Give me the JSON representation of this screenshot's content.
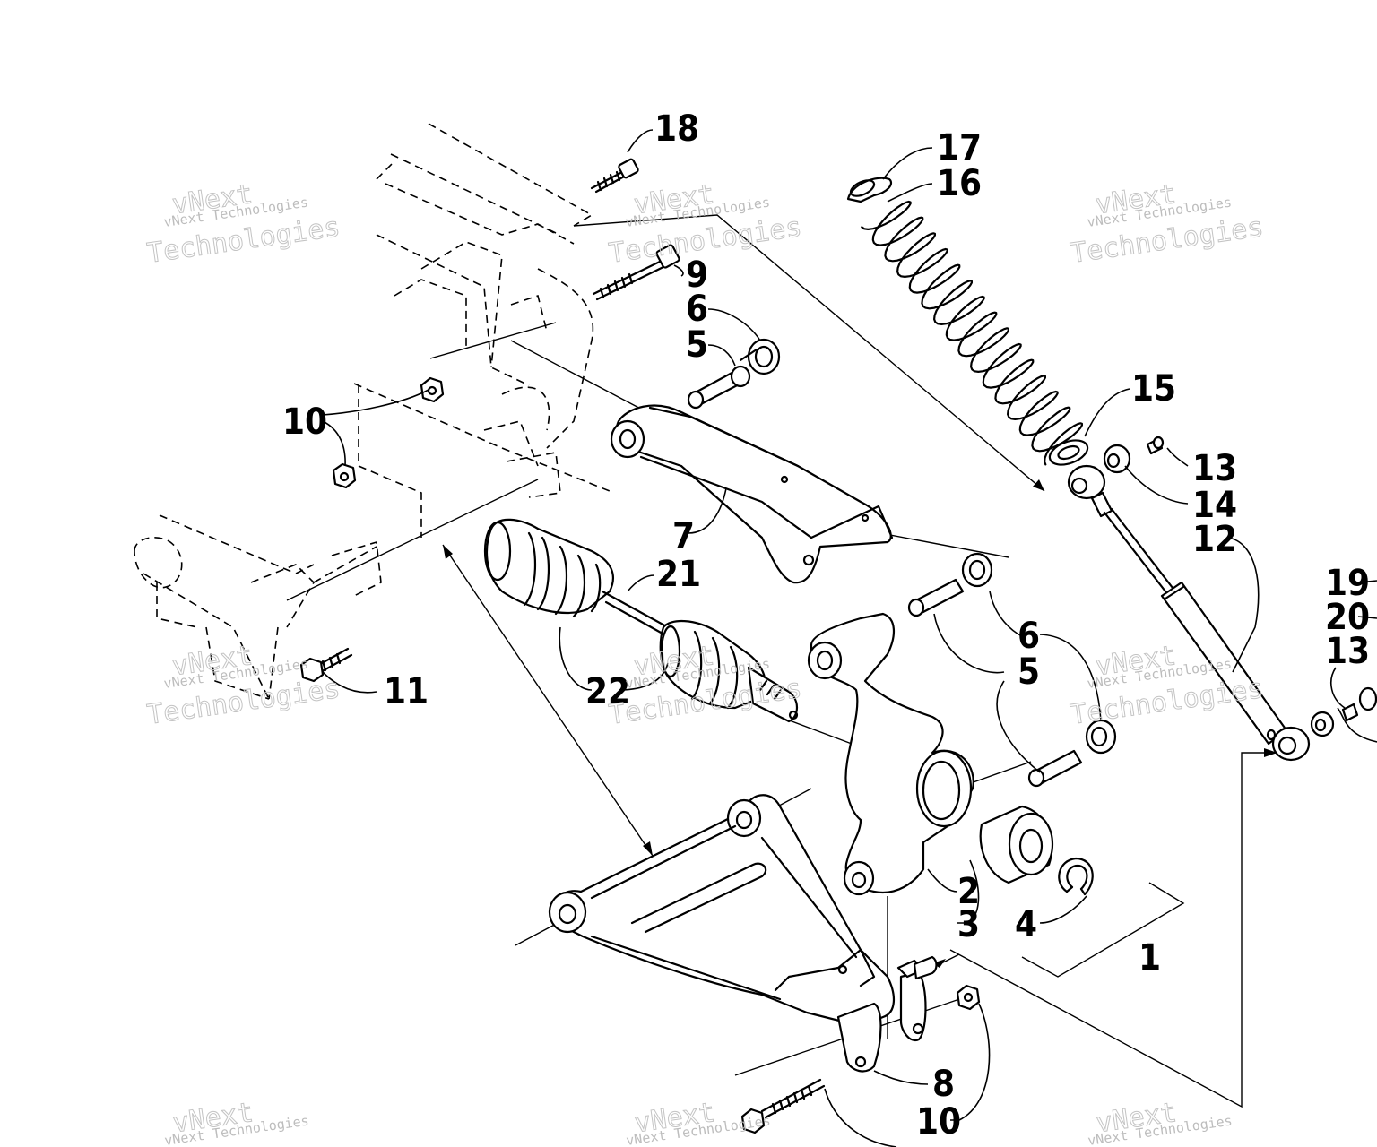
{
  "diagram": {
    "callouts": [
      {
        "id": "c18",
        "label": "18"
      },
      {
        "id": "c17",
        "label": "17"
      },
      {
        "id": "c16",
        "label": "16"
      },
      {
        "id": "c9",
        "label": "9"
      },
      {
        "id": "c6a",
        "label": "6"
      },
      {
        "id": "c5a",
        "label": "5"
      },
      {
        "id": "c15",
        "label": "15"
      },
      {
        "id": "c10a",
        "label": "10"
      },
      {
        "id": "c13a",
        "label": "13"
      },
      {
        "id": "c14",
        "label": "14"
      },
      {
        "id": "c12",
        "label": "12"
      },
      {
        "id": "c7",
        "label": "7"
      },
      {
        "id": "c21",
        "label": "21"
      },
      {
        "id": "c19",
        "label": "19"
      },
      {
        "id": "c20",
        "label": "20"
      },
      {
        "id": "c13b",
        "label": "13"
      },
      {
        "id": "c6b",
        "label": "6"
      },
      {
        "id": "c5b",
        "label": "5"
      },
      {
        "id": "c22",
        "label": "22"
      },
      {
        "id": "c11",
        "label": "11"
      },
      {
        "id": "c2",
        "label": "2"
      },
      {
        "id": "c3",
        "label": "3"
      },
      {
        "id": "c4",
        "label": "4"
      },
      {
        "id": "c1",
        "label": "1"
      },
      {
        "id": "c8",
        "label": "8"
      },
      {
        "id": "c10b",
        "label": "10"
      }
    ],
    "watermark": {
      "small": "vNext Technologies",
      "big_top": "vNext",
      "big_bottom": "Technologies"
    }
  }
}
